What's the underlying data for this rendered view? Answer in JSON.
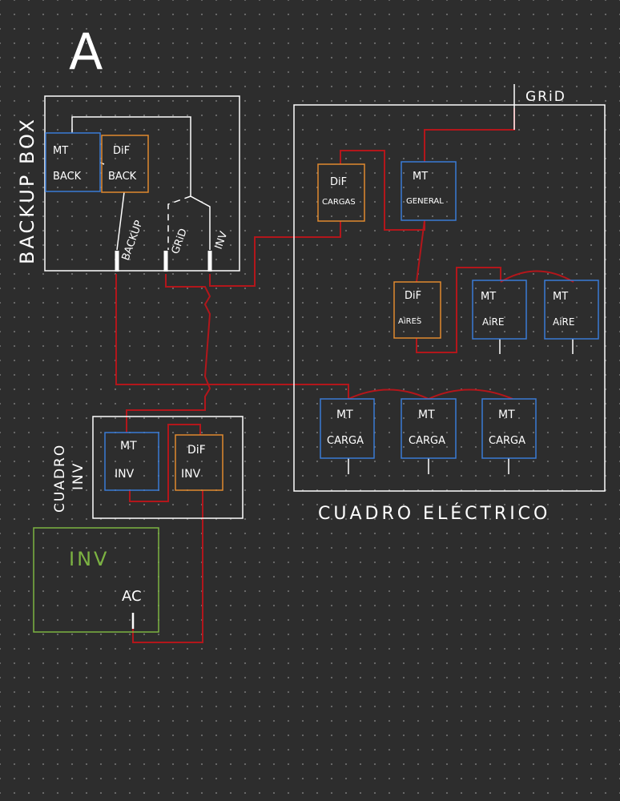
{
  "page_label": "A",
  "backup_box": {
    "title": "BACKUP BOX",
    "mt": [
      "MT",
      "BACK"
    ],
    "dif": [
      "DiF",
      "BACK"
    ],
    "terminals": {
      "backup": "BACKUP",
      "grid": "GRiD",
      "inv": "INV"
    }
  },
  "cuadro_electrico": {
    "title": "CUADRO ELÉCTRICO",
    "grid_label": "GRiD",
    "dif_cargas": [
      "DiF",
      "CARGAS"
    ],
    "mt_general": [
      "MT",
      "GENERAL"
    ],
    "dif_aires": [
      "DiF",
      "AiRES"
    ],
    "mt_aire": [
      [
        "MT",
        "AiRE"
      ],
      [
        "MT",
        "AiRE"
      ]
    ],
    "mt_carga": [
      [
        "MT",
        "CARGA"
      ],
      [
        "MT",
        "CARGA"
      ],
      [
        "MT",
        "CARGA"
      ]
    ]
  },
  "cuadro_inv": {
    "title": [
      "CUADRO",
      "INV"
    ],
    "mt": [
      "MT",
      "INV"
    ],
    "dif": [
      "DiF",
      "INV"
    ]
  },
  "inverter": {
    "title": "INV",
    "ac_label": "AC"
  },
  "colors": {
    "box_outline": "#ffffff",
    "mt_breaker": "#3a7bd5",
    "dif_breaker": "#e08a2e",
    "wire": "#b3161b",
    "inverter": "#7cb342"
  }
}
